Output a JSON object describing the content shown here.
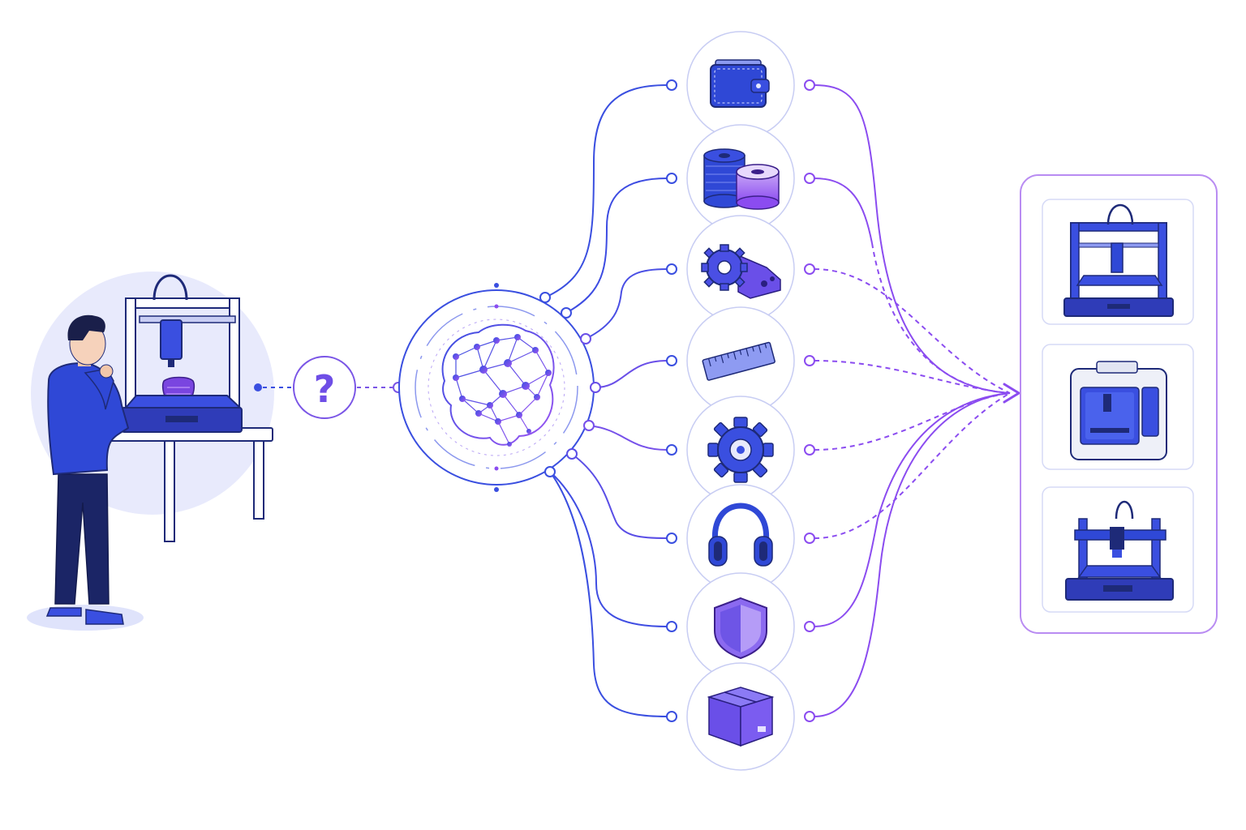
{
  "question": {
    "symbol": "?"
  },
  "factors": [
    {
      "name": "budget",
      "icon": "wallet-icon"
    },
    {
      "name": "filament",
      "icon": "filament-spools-icon"
    },
    {
      "name": "parts",
      "icon": "gear-bracket-icon"
    },
    {
      "name": "build-size",
      "icon": "ruler-icon"
    },
    {
      "name": "settings",
      "icon": "cog-icon"
    },
    {
      "name": "support",
      "icon": "headphones-icon"
    },
    {
      "name": "safety",
      "icon": "shield-icon"
    },
    {
      "name": "shipping",
      "icon": "box-icon"
    }
  ],
  "results": [
    {
      "name": "open-frame-printer",
      "icon": "cube-frame-printer-icon"
    },
    {
      "name": "enclosed-printer",
      "icon": "enclosed-printer-icon"
    },
    {
      "name": "bedslinger-printer",
      "icon": "bedslinger-printer-icon"
    }
  ],
  "colors": {
    "blue": "#3a4fe0",
    "purple": "#8b4cf0",
    "navy": "#1e2a78",
    "lavender": "#e8eafc",
    "soft_border": "#c8cdf3",
    "box_border": "#b98cf2"
  }
}
